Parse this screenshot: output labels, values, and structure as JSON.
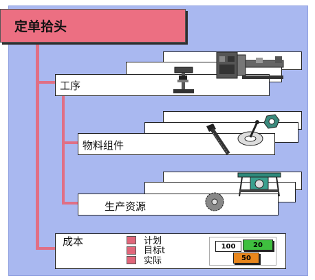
{
  "header": {
    "title": "定单拾头"
  },
  "sections": {
    "process": "工序",
    "materials": "物料组件",
    "resources": "生产资源",
    "cost": "成本"
  },
  "legend": [
    "计划",
    "目标t",
    "实际"
  ],
  "bars": {
    "plan": "100",
    "target": "20",
    "actual": "50"
  },
  "colors": {
    "panel": "#a9b8f0",
    "accent": "#ec6f82",
    "target_green": "#3fbf3f",
    "actual_orange": "#e8861c"
  },
  "icons": [
    "lathe-icon",
    "drill-press-icon",
    "bolt-icon",
    "lever-icon",
    "nut-icon",
    "table-saw-icon",
    "saw-blade-icon"
  ]
}
